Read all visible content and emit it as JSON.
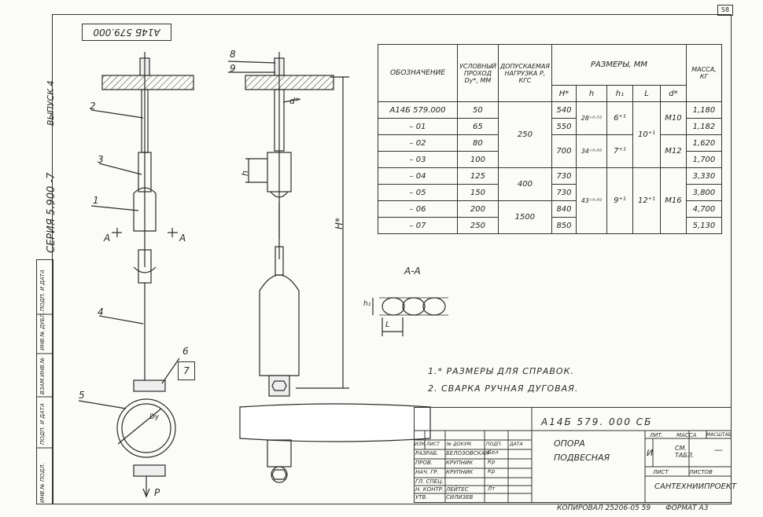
{
  "page_number": "58",
  "stamp": "А14Б 579.000",
  "left_margin": {
    "issue": "ВЫПУСК 4",
    "series": "СЕРИЯ  5.900 -7"
  },
  "side_block": [
    "ИНВ.№ ПОДЛ.",
    "ПОДП. И ДАТА",
    "ВЗАМ.ИНВ.№",
    "ИНВ.№ ДУБЛ.",
    "ПОДП. И ДАТА"
  ],
  "callouts": {
    "c1": "1",
    "c2": "2",
    "c3": "3",
    "c4": "4",
    "c5": "5",
    "c6": "6",
    "c7": "7",
    "c8": "8",
    "c9": "9",
    "a_left": "А",
    "a_right": "А",
    "p_load": "Р",
    "dim_d": "d*",
    "dim_h": "h",
    "dim_H": "H*",
    "dim_dy": "Dy"
  },
  "spec_table": {
    "header": {
      "designation": "ОБОЗНАЧЕНИЕ",
      "nominal_bore": "УСЛОВНЫЙ ПРОХОД Dy*, ММ",
      "load": "ДОПУСКАЕМАЯ НАГРУЗКА Р, КГС",
      "dimensions": "РАЗМЕРЫ, ММ",
      "H": "H*",
      "h": "h",
      "h1": "h₁",
      "L": "L",
      "d": "d*",
      "mass": "МАССА, КГ"
    },
    "rows": [
      {
        "des": "А14Б 579.000",
        "dy": "50",
        "H": "540",
        "mass": "1,180"
      },
      {
        "des": "– 01",
        "dy": "65",
        "H": "550",
        "mass": "1,182"
      },
      {
        "des": "– 02",
        "dy": "80",
        "H": "700",
        "mass": "1,620"
      },
      {
        "des": "– 03",
        "dy": "100",
        "H": "",
        "mass": "1,700"
      },
      {
        "des": "– 04",
        "dy": "125",
        "H": "730",
        "mass": "3,330"
      },
      {
        "des": "– 05",
        "dy": "150",
        "H": "730",
        "mass": "3,800"
      },
      {
        "des": "– 06",
        "dy": "200",
        "H": "840",
        "mass": "4,700"
      },
      {
        "des": "– 07",
        "dy": "250",
        "H": "850",
        "mass": "5,130"
      }
    ],
    "merged": {
      "load_250": "250",
      "load_400": "400",
      "load_1500": "1500",
      "h_a": "28⁺⁰·⁵²",
      "h_b": "34⁺⁰·⁶²",
      "h_c": "43⁺⁰·⁶²",
      "h1_a": "6⁺¹",
      "h1_b": "7⁺¹",
      "h1_c": "9⁺¹",
      "L_a": "10⁺¹",
      "L_b": "12⁺¹",
      "d_a": "М10",
      "d_b": "М12",
      "d_c": "М16"
    }
  },
  "section_label": "А-А",
  "section_dims": {
    "h1": "h₁",
    "L": "L"
  },
  "notes": [
    "1.* РАЗМЕРЫ ДЛЯ СПРАВОК.",
    "2. СВАРКА РУЧНАЯ ДУГОВАЯ."
  ],
  "title_block": {
    "code": "А14Б 579. 000 СБ",
    "name_line1": "ОПОРА",
    "name_line2": "ПОДВЕСНАЯ",
    "org": "САНТЕХНИИПРОЕКТ",
    "col_headers": [
      "ИЗМ",
      "ЛИСТ",
      "№ ДОКУМ.",
      "ПОДП.",
      "ДАТА"
    ],
    "roles": [
      {
        "role": "РАЗРАБ.",
        "name": "БЕЛОЗОВСКАЯ",
        "sig": "Бел"
      },
      {
        "role": "ПРОВ.",
        "name": "КРУПНИК",
        "sig": "Кр"
      },
      {
        "role": "НАЧ. ГР.",
        "name": "КРУПНИК",
        "sig": "Кр"
      },
      {
        "role": "ГЛ. СПЕЦ.",
        "name": "",
        "sig": ""
      },
      {
        "role": "Н. КОНТР.",
        "name": "ЛЕЙТЕС",
        "sig": "Лт"
      },
      {
        "role": "УТВ.",
        "name": "СИЛИЗЕВ",
        "sig": ""
      }
    ],
    "lit": "ЛИТ.",
    "mass": "МАССА",
    "scale": "МАСШТАБ",
    "lit_value": "И",
    "mass_value": "СМ. ТАБЛ.",
    "scale_value": "—",
    "sheet": "ЛИСТ",
    "sheets": "ЛИСТОВ"
  },
  "footer": {
    "copied": "КОПИРОВАЛ 25206-05   59",
    "format": "ФОРМАТ   А3"
  }
}
